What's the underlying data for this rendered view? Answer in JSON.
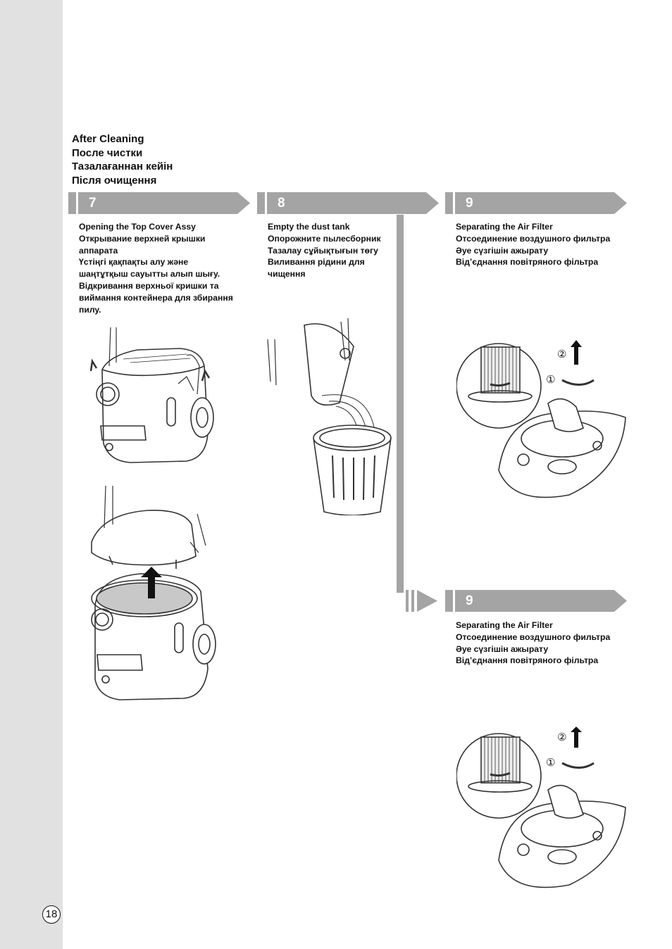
{
  "page_number": "18",
  "heading": {
    "en": "After Cleaning",
    "ru": "После чистки",
    "kz": "Тазалағаннан кейін",
    "uk": "Після очищення"
  },
  "steps": [
    {
      "number": "7",
      "lines": [
        "Opening the Top Cover Assy",
        "Открывание верхней крышки",
        "аппарата",
        "Үстіңгі қақпақты алу және",
        "шаңтұтқыш сауытты алып шығу.",
        "Відкривання верхньої кришки та",
        "виймання контейнера для збирання",
        "пилу."
      ]
    },
    {
      "number": "8",
      "lines": [
        "Empty the dust tank",
        "Опорожните пылесборник",
        "Тазалау сұйықтығын төгу",
        "Виливання рідини для",
        "чищення"
      ]
    },
    {
      "number": "9",
      "lines": [
        "Separating the Air Filter",
        "Отсоединение воздушного фильтра",
        "Әуе сүзгішін ажырату",
        "Від’єднання повітряного фільтра"
      ],
      "callouts": [
        "②",
        "①"
      ]
    },
    {
      "number": "9",
      "lines": [
        "Separating the Air Filter",
        "Отсоединение воздушного фильтра",
        "Әуе сүзгішін ажырату",
        "Від’єднання повітряного фільтра"
      ],
      "callouts": [
        "②",
        "①"
      ]
    }
  ],
  "colors": {
    "sidebar": "#e1e1e1",
    "step_bar": "#a4a4a4",
    "step_number": "#ffffff",
    "line_art": "#333333"
  }
}
